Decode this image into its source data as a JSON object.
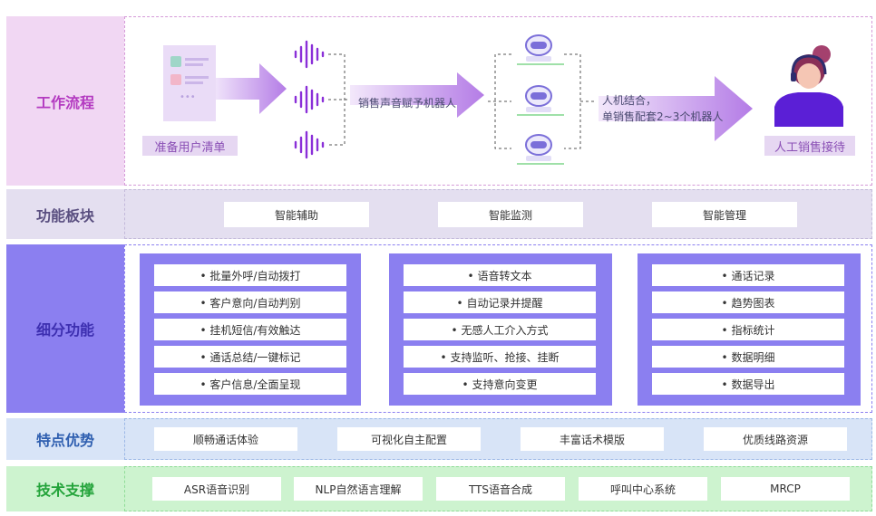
{
  "rows": {
    "workflow": {
      "label": "工作流程"
    },
    "modules": {
      "label": "功能板块",
      "items": [
        "智能辅助",
        "智能监测",
        "智能管理"
      ]
    },
    "features": {
      "label": "细分功能",
      "columns": [
        {
          "items": [
            "• 批量外呼/自动拨打",
            "• 客户意向/自动判别",
            "• 挂机短信/有效触达",
            "• 通话总结/一键标记",
            "• 客户信息/全面呈现"
          ]
        },
        {
          "items": [
            "• 语音转文本",
            "• 自动记录并提醒",
            "• 无感人工介入方式",
            "• 支持监听、抢接、挂断",
            "• 支持意向变更"
          ]
        },
        {
          "items": [
            "• 通话记录",
            "• 趋势图表",
            "• 指标统计",
            "• 数据明细",
            "• 数据导出"
          ]
        }
      ]
    },
    "advantages": {
      "label": "特点优势",
      "items": [
        "顺畅通话体验",
        "可视化自主配置",
        "丰富话术模版",
        "优质线路资源"
      ]
    },
    "tech": {
      "label": "技术支撑",
      "items": [
        "ASR语音识别",
        "NLP自然语言理解",
        "TTS语音合成",
        "呼叫中心系统",
        "MRCP"
      ]
    }
  },
  "workflow": {
    "step1_label": "准备用户清单",
    "step2_caption": "销售声音赋予机器人",
    "step3_caption_line1": "人机结合，",
    "step3_caption_line2": "单销售配套2~3个机器人",
    "step4_label": "人工销售接待"
  },
  "colors": {
    "workflow_label_bg": "#f1d7f3",
    "workflow_label_text": "#b33ac0",
    "modules_bg": "#e4dff0",
    "modules_text": "#5a4f80",
    "features_label_bg": "#8b7ff0",
    "features_label_text": "#3d2fb0",
    "advantages_bg": "#d8e4f7",
    "advantages_text": "#2f5fb0",
    "tech_bg": "#cdf3cf",
    "tech_text": "#23a33a",
    "arrow": "#b87be6",
    "wave": "#8a2fd8",
    "robot": "#7b6fd9"
  }
}
